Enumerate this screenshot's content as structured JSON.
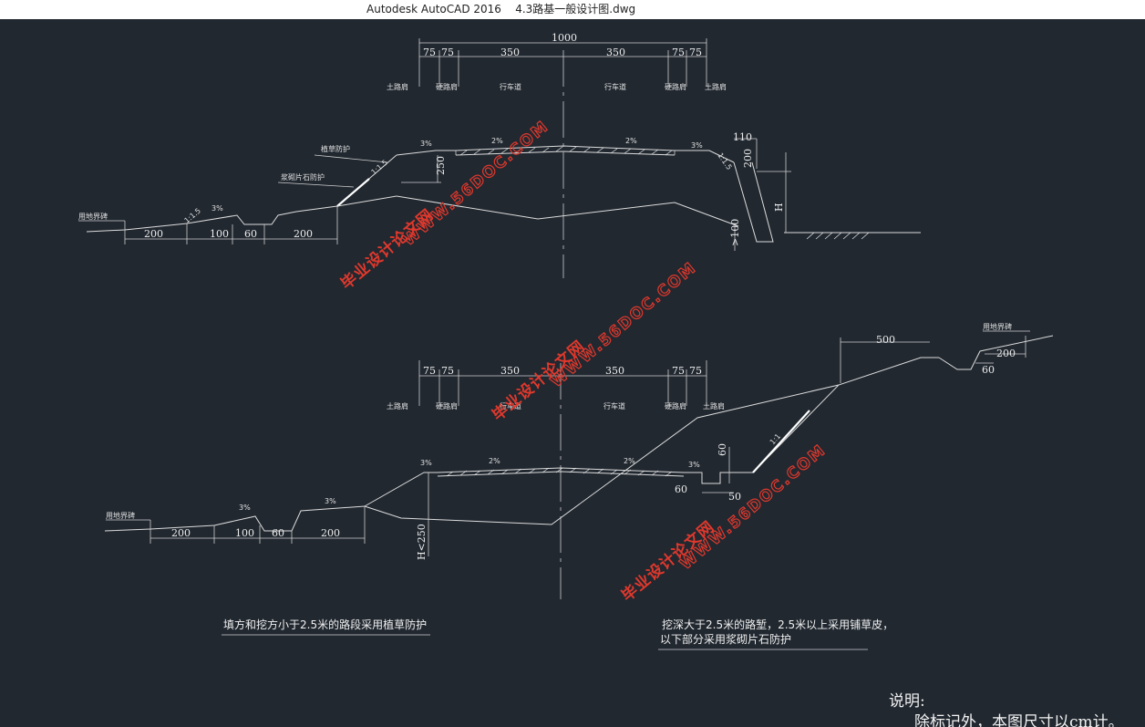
{
  "window": {
    "app_title": "Autodesk AutoCAD 2016",
    "file_name": "4.3路基一般设计图.dwg"
  },
  "top_section": {
    "total_width": "1000",
    "dims": [
      "75",
      "75",
      "350",
      "350",
      "75",
      "75"
    ],
    "lane_labels": [
      "土路肩",
      "硬路肩",
      "行车道",
      "行车道",
      "硬路肩",
      "土路肩"
    ],
    "slopes": [
      "3%",
      "2%",
      "2%",
      "3%",
      "3%"
    ],
    "callouts": [
      "植草防护",
      "浆砌片石防护"
    ],
    "boundary_label": "用地界碑",
    "bottom_dims": [
      "200",
      "100",
      "60",
      "200"
    ],
    "ratio": "1:1.5",
    "vertical_dims": [
      "250",
      "110",
      "200",
      "H",
      ">100"
    ]
  },
  "bottom_section": {
    "dims": [
      "75",
      "75",
      "350",
      "350",
      "75",
      "75"
    ],
    "lane_labels": [
      "土路肩",
      "硬路肩",
      "行车道",
      "行车道",
      "硬路肩",
      "土路肩"
    ],
    "slopes": [
      "3%",
      "3%",
      "2%",
      "2%",
      "3%",
      "3%"
    ],
    "boundary_label_left": "用地界碑",
    "boundary_label_right": "用地界碑",
    "bottom_dims": [
      "200",
      "100",
      "60",
      "200"
    ],
    "vertical_dim": "H<250",
    "right_dims": [
      "500",
      "200",
      "60",
      "60",
      "60",
      "50"
    ],
    "ratio": "1:1"
  },
  "notes": {
    "left": "填方和挖方小于2.5米的路段采用植草防护",
    "right_line1": "挖深大于2.5米的路堑，2.5米以上采用铺草皮，",
    "right_line2": "以下部分采用浆砌片石防护"
  },
  "explanation": {
    "heading": "说明:",
    "line1": "除标记外，本图尺寸以cm计。"
  },
  "watermark": {
    "url": "WWW.56DOC.COM",
    "site_name": "毕业设计论文网"
  }
}
